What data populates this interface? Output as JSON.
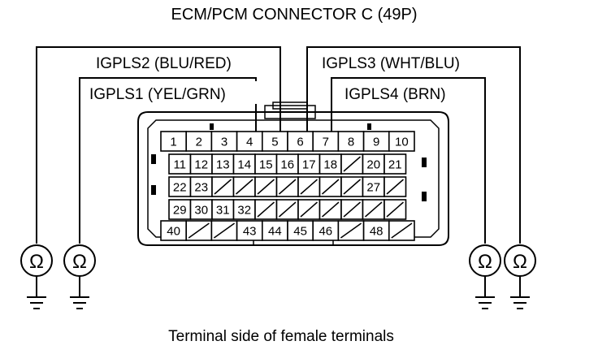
{
  "title": "ECM/PCM CONNECTOR C (49P)",
  "caption": "Terminal side of female terminals",
  "ohm_symbol": "Ω",
  "wires": [
    {
      "id": "igpls2",
      "label": "IGPLS2 (BLU/RED)",
      "terminal": "5"
    },
    {
      "id": "igpls1",
      "label": "IGPLS1 (YEL/GRN)",
      "terminal": "4"
    },
    {
      "id": "igpls3",
      "label": "IGPLS3 (WHT/BLU)",
      "terminal": "6"
    },
    {
      "id": "igpls4",
      "label": "IGPLS4 (BRN)",
      "terminal": "7"
    }
  ],
  "connector_rows": [
    [
      "1",
      "2",
      "3",
      "4",
      "5",
      "6",
      "7",
      "8",
      "9",
      "10"
    ],
    [
      "11",
      "12",
      "13",
      "14",
      "15",
      "16",
      "17",
      "18",
      "",
      "20",
      "21"
    ],
    [
      "22",
      "23",
      "",
      "",
      "",
      "",
      "",
      "",
      "",
      "27",
      ""
    ],
    [
      "29",
      "30",
      "31",
      "32",
      "",
      "",
      "",
      "",
      "",
      "",
      ""
    ],
    [
      "40",
      "",
      "",
      "43",
      "44",
      "45",
      "46",
      "",
      "48",
      ""
    ]
  ]
}
